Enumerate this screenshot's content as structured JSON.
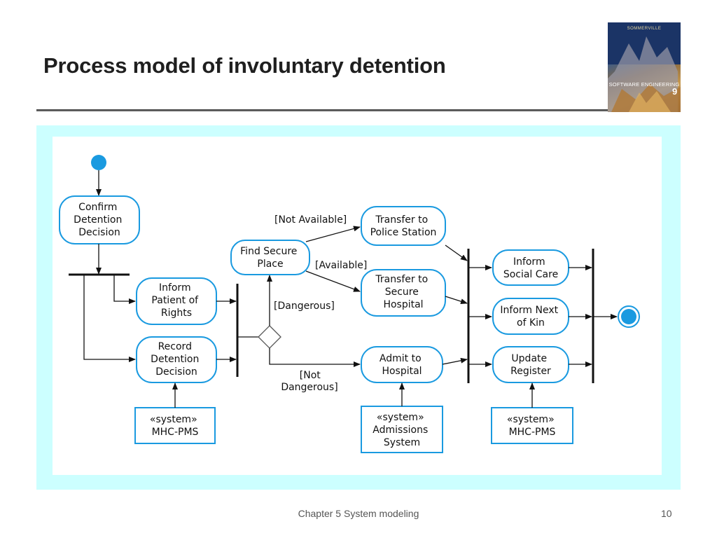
{
  "slide": {
    "title": "Process model of involuntary detention",
    "footer_chapter": "Chapter 5 System modeling",
    "page_number": "10"
  },
  "book_cover": {
    "author": "SOMMERVILLE",
    "title": "SOFTWARE ENGINEERING",
    "edition": "9"
  },
  "colors": {
    "frame_background": "#ccffff",
    "node_stroke": "#1a9ae0",
    "start_node_fill": "#1a9ae0",
    "edge_color": "#111111"
  },
  "diagram": {
    "activities": {
      "confirm": [
        "Confirm",
        "Detention",
        "Decision"
      ],
      "inform_patient": [
        "Inform",
        "Patient of",
        "Rights"
      ],
      "record": [
        "Record",
        "Detention",
        "Decision"
      ],
      "find_secure": [
        "Find Secure",
        "Place"
      ],
      "police": [
        "Transfer to",
        "Police Station"
      ],
      "secure_hospital": [
        "Transfer to",
        "Secure",
        "Hospital"
      ],
      "admit": [
        "Admit to",
        "Hospital"
      ],
      "social_care": [
        "Inform",
        "Social Care"
      ],
      "next_of_kin": [
        "Inform Next",
        "of Kin"
      ],
      "update_register": [
        "Update",
        "Register"
      ]
    },
    "systems": {
      "mhc_pms_1": [
        "«system»",
        "MHC-PMS"
      ],
      "admissions": [
        "«system»",
        "Admissions",
        "System"
      ],
      "mhc_pms_2": [
        "«system»",
        "MHC-PMS"
      ]
    },
    "guards": {
      "not_available": "[Not Available]",
      "available": "[Available]",
      "dangerous": "[Dangerous]",
      "not_dangerous": [
        "[Not",
        "Dangerous]"
      ]
    }
  }
}
